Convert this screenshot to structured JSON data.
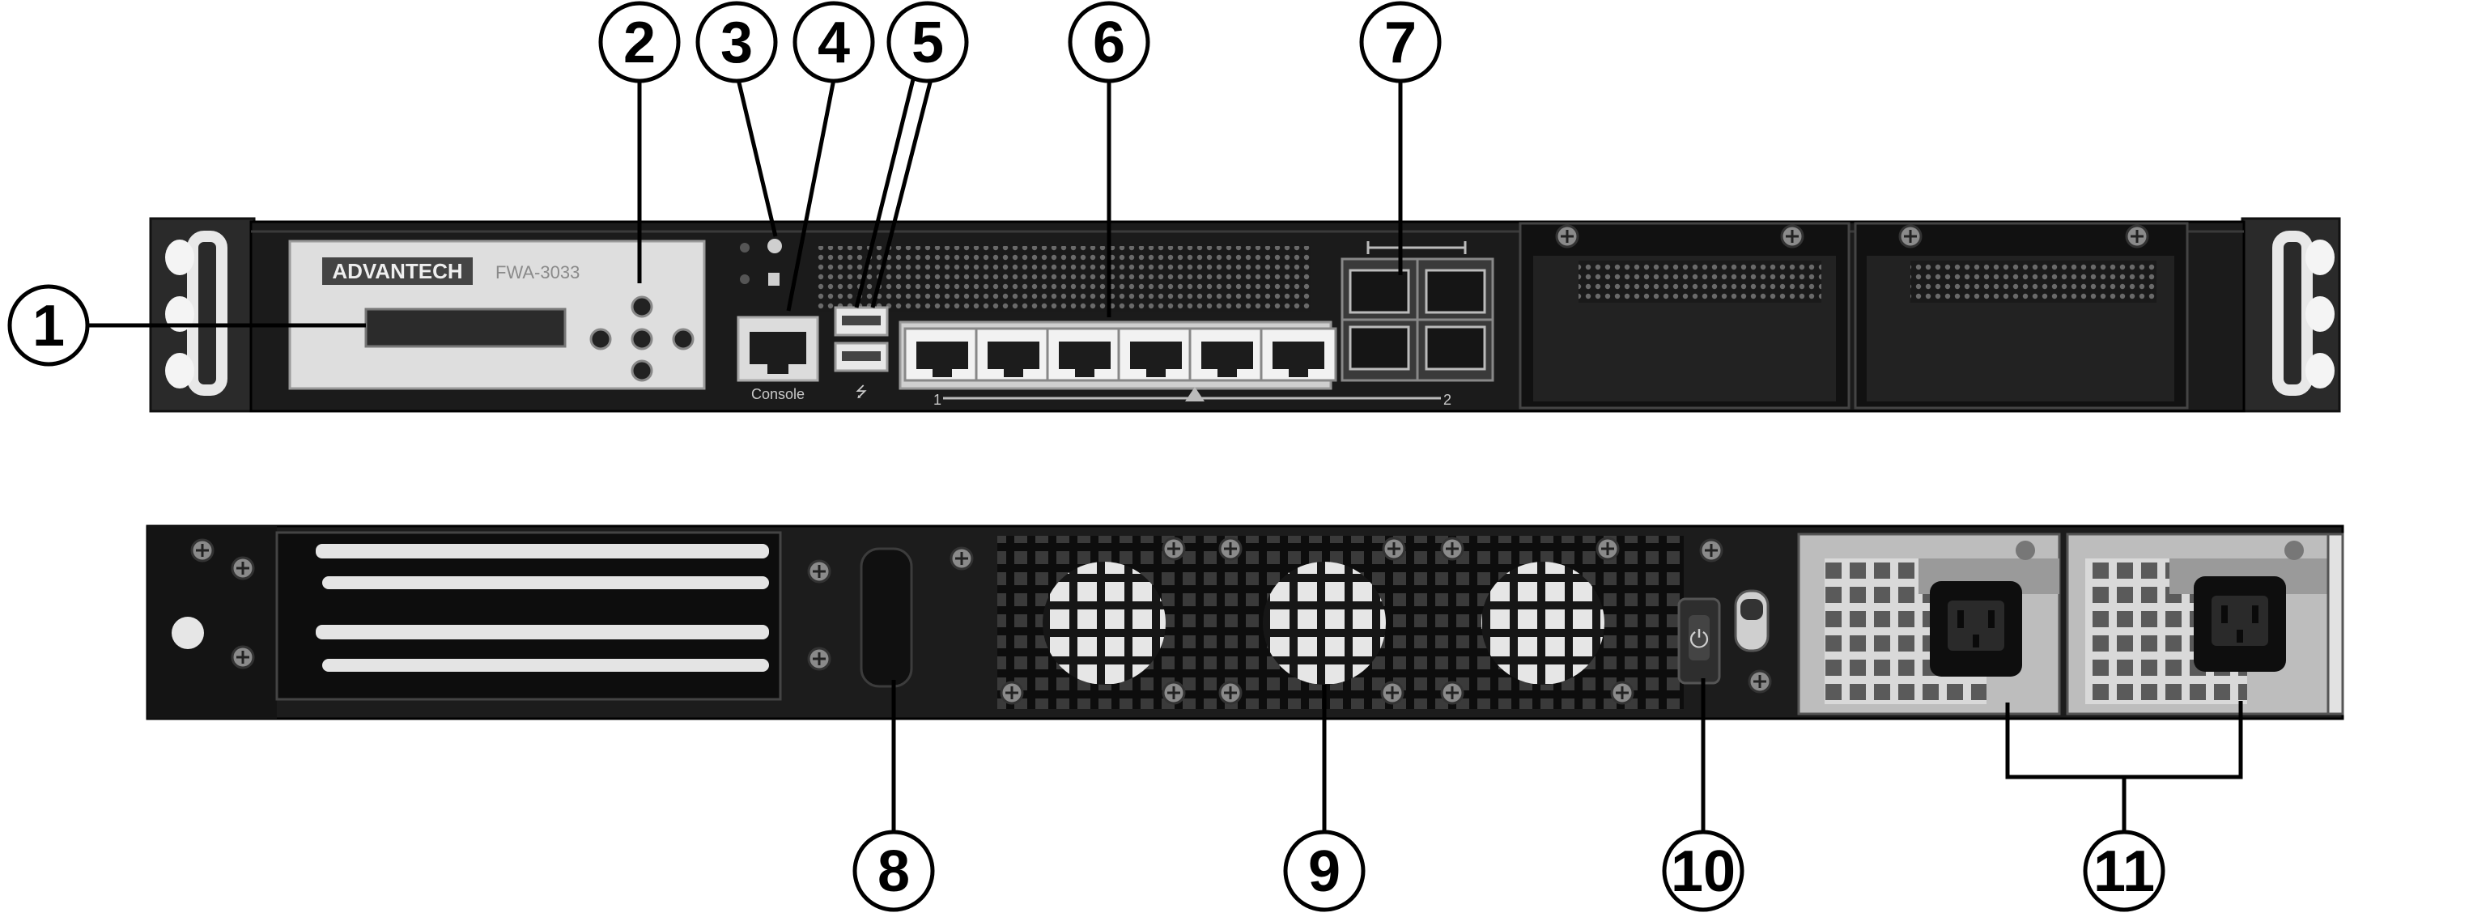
{
  "figure": {
    "front_panel": {
      "brand": "ADVANTECH",
      "model": "FWA-3033",
      "console_label": "Console",
      "port_group_start": "1",
      "port_group_end": "2"
    },
    "callouts": [
      "1",
      "2",
      "3",
      "4",
      "5",
      "6",
      "7",
      "8",
      "9",
      "10",
      "11"
    ]
  }
}
